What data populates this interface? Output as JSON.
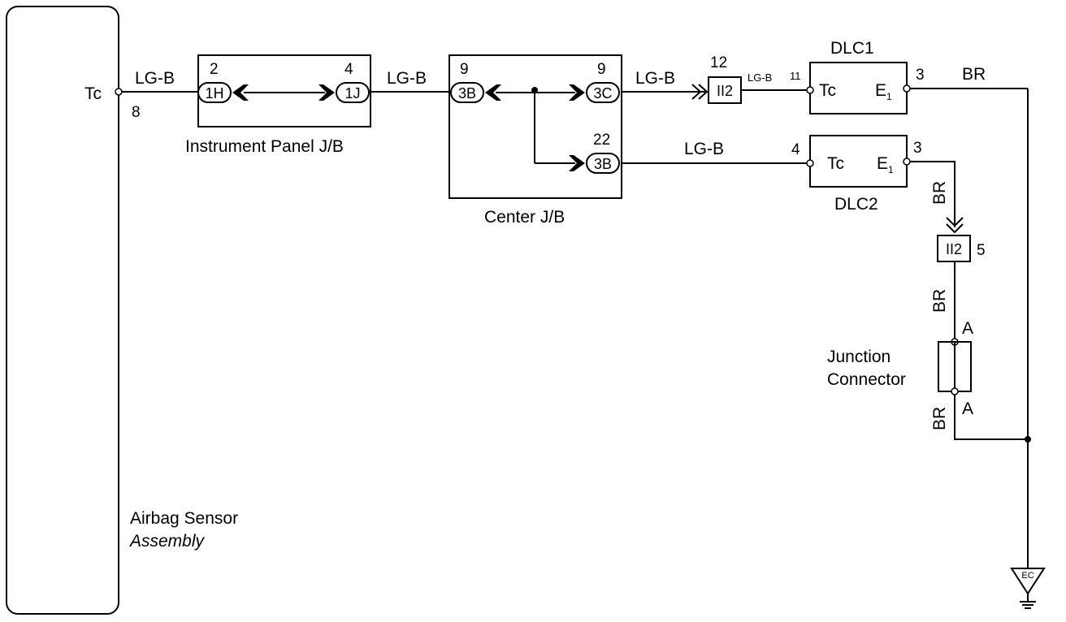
{
  "colors": {
    "line": "#000000",
    "background": "#ffffff"
  },
  "airbag_sensor": {
    "name_line1": "Airbag Sensor",
    "name_line2": "Assembly",
    "terminal": "Tc",
    "pin": "8"
  },
  "instrument_panel_jb": {
    "name": "Instrument Panel J/B",
    "connector_in": {
      "code": "1H",
      "pin": "2"
    },
    "connector_out": {
      "code": "1J",
      "pin": "4"
    }
  },
  "center_jb": {
    "name": "Center J/B",
    "connector_in": {
      "code": "3B",
      "pin": "9"
    },
    "connector_out_upper": {
      "code": "3C",
      "pin": "9"
    },
    "connector_out_lower": {
      "code": "3B",
      "pin": "22"
    }
  },
  "connector_ii2_top": {
    "code": "II2",
    "pin": "12"
  },
  "connector_ii2_right": {
    "code": "II2",
    "pin": "5"
  },
  "dlc1": {
    "name": "DLC1",
    "term_tc": "Tc",
    "term_e1": "E",
    "term_e1_sub": "1",
    "pin_tc": "11",
    "pin_e1": "3"
  },
  "dlc2": {
    "name": "DLC2",
    "term_tc": "Tc",
    "term_e1": "E",
    "term_e1_sub": "1",
    "pin_tc": "4",
    "pin_e1": "3"
  },
  "junction_connector": {
    "name_line1": "Junction",
    "name_line2": "Connector",
    "pin_top": "A",
    "pin_bottom": "A"
  },
  "ground": {
    "code": "EC"
  },
  "wires": {
    "airbag_to_ipjb": "LG-B",
    "ipjb_to_cjb": "LG-B",
    "cjb_to_ii2": "LG-B",
    "ii2_to_dlc1": "LG-B",
    "cjb_to_dlc2": "LG-B",
    "dlc1_to_ground": "BR",
    "dlc2_to_ii2": "BR",
    "ii2_to_jc": "BR",
    "jc_to_ground": "BR"
  }
}
